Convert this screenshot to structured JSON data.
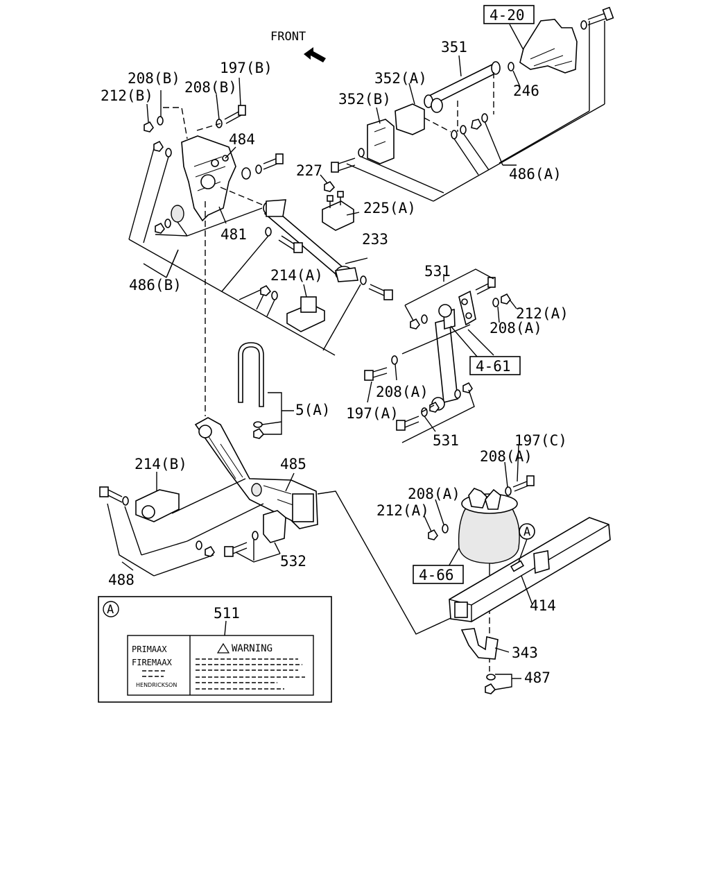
{
  "front_label": "FRONT",
  "refs": {
    "r420": "4-20",
    "r461": "4-61",
    "r466": "4-66"
  },
  "callouts": {
    "c197B": "197(B)",
    "c208B_1": "208(B)",
    "c208B_2": "208(B)",
    "c212B": "212(B)",
    "c484": "484",
    "c481": "481",
    "c486B": "486(B)",
    "c351": "351",
    "c352A": "352(A)",
    "c352B": "352(B)",
    "c246": "246",
    "c486A": "486(A)",
    "c227": "227",
    "c225A": "225(A)",
    "c233": "233",
    "c214A": "214(A)",
    "c531_top": "531",
    "c212A_top": "212(A)",
    "c208A_top": "208(A)",
    "c208A_mid": "208(A)",
    "c197A": "197(A)",
    "c531_bot": "531",
    "c5A": "5(A)",
    "c214B": "214(B)",
    "c485": "485",
    "c488": "488",
    "c532": "532",
    "c197C": "197(C)",
    "c208A_r1": "208(A)",
    "c208A_r2": "208(A)",
    "c212A_r": "212(A)",
    "c414": "414",
    "c343": "343",
    "c487": "487",
    "cA": "A"
  },
  "inset": {
    "marker": "A",
    "part": "511",
    "brand1": "PRIMAAX",
    "brand2": "FIREMAAX",
    "brand3": "HENDRICKSON",
    "warning": "WARNING"
  }
}
